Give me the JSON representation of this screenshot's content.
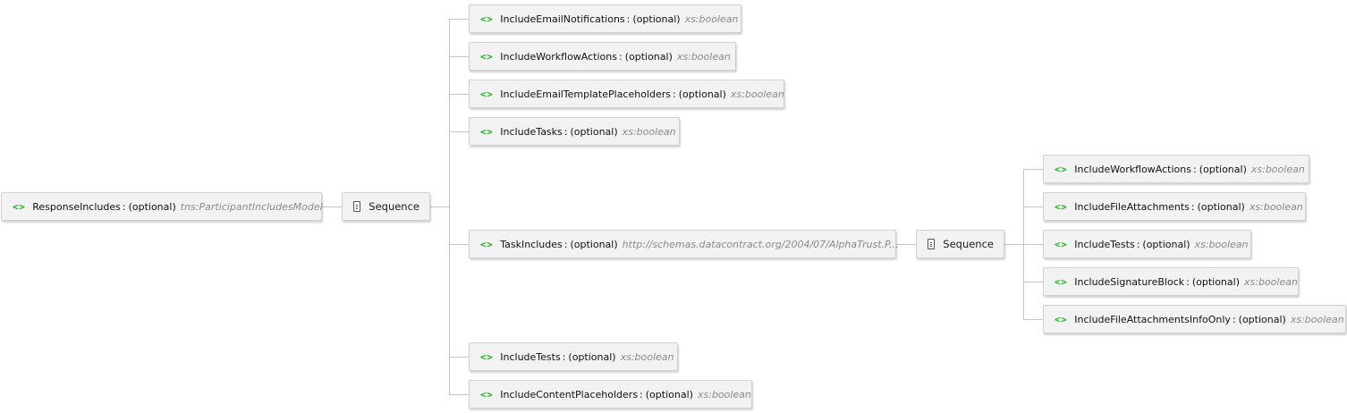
{
  "root": {
    "name": "ResponseIncludes",
    "sep": ":",
    "optional": "(optional)",
    "type": "tns:ParticipantIncludesModel"
  },
  "seq1": {
    "label": "Sequence"
  },
  "children": [
    {
      "name": "IncludeEmailNotifications",
      "sep": ":",
      "optional": "(optional)",
      "type": "xs:boolean"
    },
    {
      "name": "IncludeWorkflowActions",
      "sep": ":",
      "optional": "(optional)",
      "type": "xs:boolean"
    },
    {
      "name": "IncludeEmailTemplatePlaceholders",
      "sep": ":",
      "optional": "(optional)",
      "type": "xs:boolean"
    },
    {
      "name": "IncludeTasks",
      "sep": ":",
      "optional": "(optional)",
      "type": "xs:boolean"
    },
    {
      "name": "TaskIncludes",
      "sep": ":",
      "optional": "(optional)",
      "type": "http://schemas.datacontract.org/2004/07/AlphaTrust.P..."
    },
    {
      "name": "IncludeTests",
      "sep": ":",
      "optional": "(optional)",
      "type": "xs:boolean"
    },
    {
      "name": "IncludeContentPlaceholders",
      "sep": ":",
      "optional": "(optional)",
      "type": "xs:boolean"
    }
  ],
  "seq2": {
    "label": "Sequence"
  },
  "task_children": [
    {
      "name": "IncludeWorkflowActions",
      "sep": ":",
      "optional": "(optional)",
      "type": "xs:boolean"
    },
    {
      "name": "IncludeFileAttachments",
      "sep": ":",
      "optional": "(optional)",
      "type": "xs:boolean"
    },
    {
      "name": "IncludeTests",
      "sep": ":",
      "optional": "(optional)",
      "type": "xs:boolean"
    },
    {
      "name": "IncludeSignatureBlock",
      "sep": ":",
      "optional": "(optional)",
      "type": "xs:boolean"
    },
    {
      "name": "IncludeFileAttachmentsInfoOnly",
      "sep": ":",
      "optional": "(optional)",
      "type": "xs:boolean"
    }
  ],
  "icons": {
    "element": "element-icon",
    "sequence": "sequence-icon"
  },
  "colors": {
    "element_icon": "#22b022",
    "type_text": "#8a8a8a",
    "connector": "#c4c4c4"
  }
}
